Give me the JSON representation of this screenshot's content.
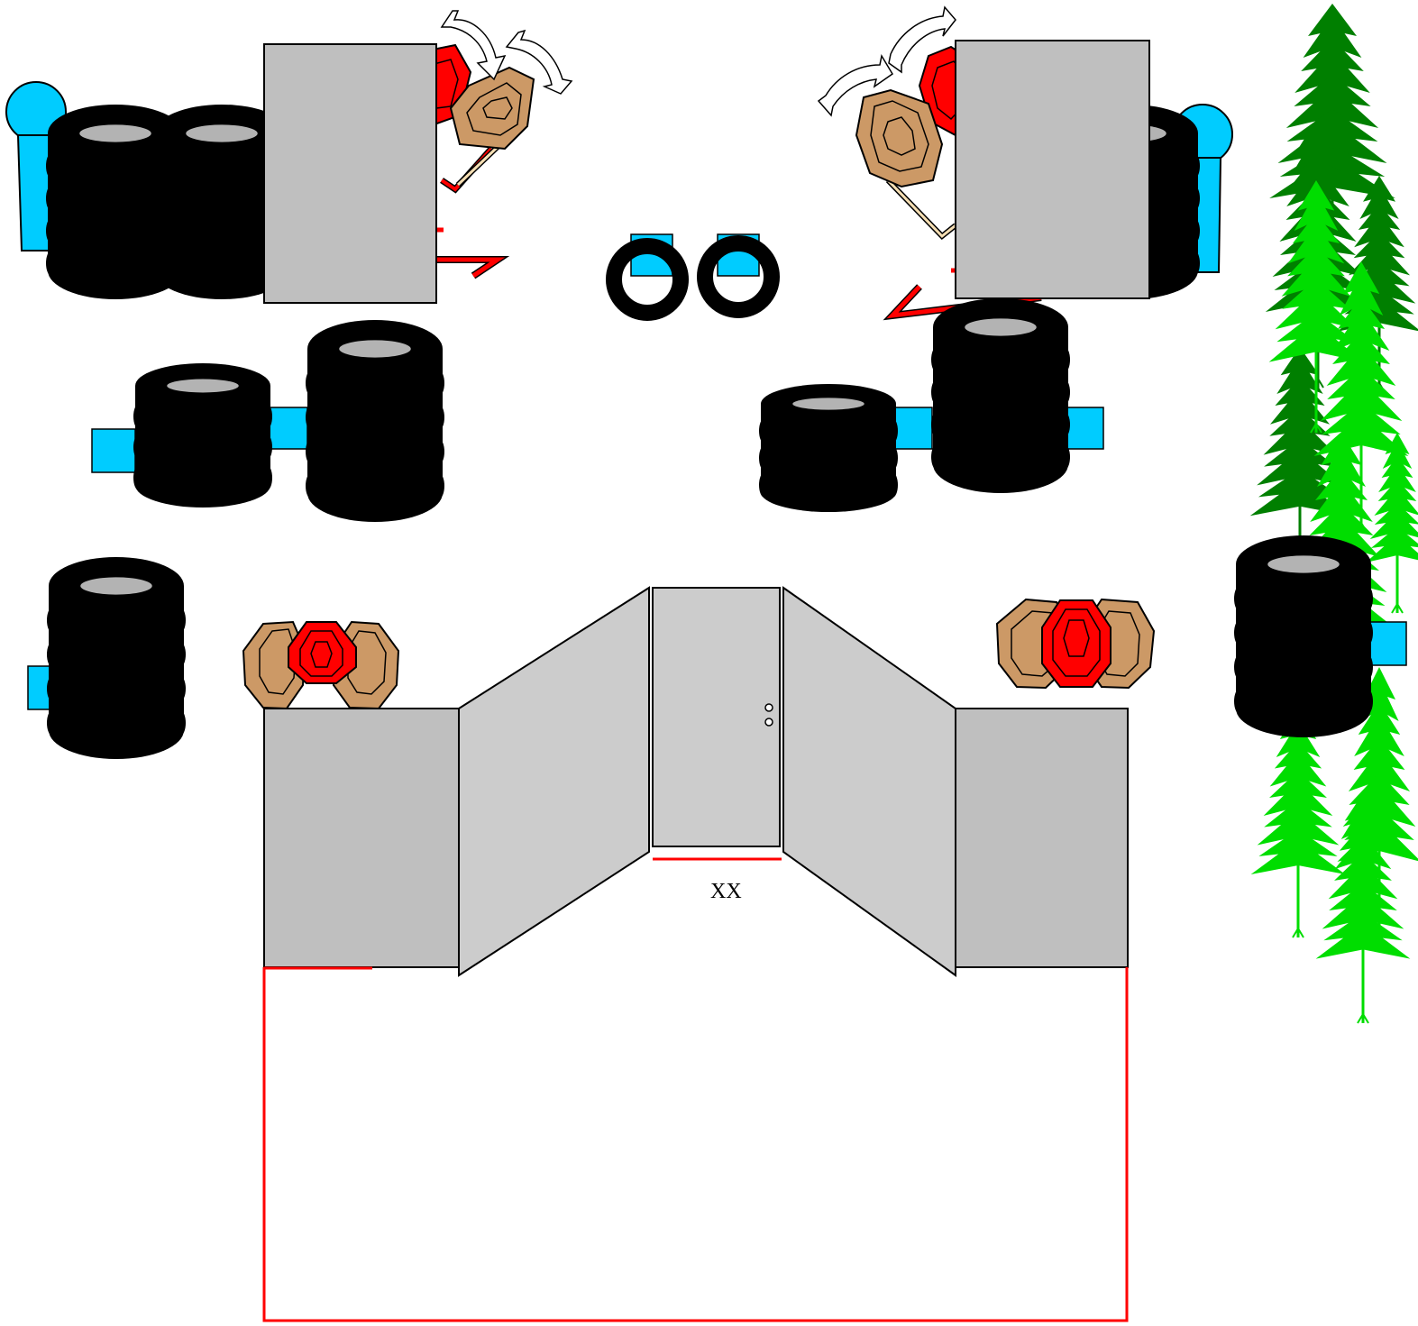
{
  "stage": {
    "label": "XX",
    "colors": {
      "barricade": "#bfbfbf",
      "wall_angled": "#cccccc",
      "door": "#cccccc",
      "tire": "#000000",
      "tire_hole": "#b3b3b3",
      "target_red": "#ff0000",
      "target_tan": "#cc9966",
      "popper_blue": "#00ccff",
      "fault_line": "#ff0000",
      "tree_dark": "#007f00",
      "tree_light": "#00dd00"
    },
    "elements": {
      "tire_stacks": 9,
      "single_tires": 2,
      "swinging_targets": 4,
      "static_target_groups": 2,
      "trees": 12
    }
  }
}
